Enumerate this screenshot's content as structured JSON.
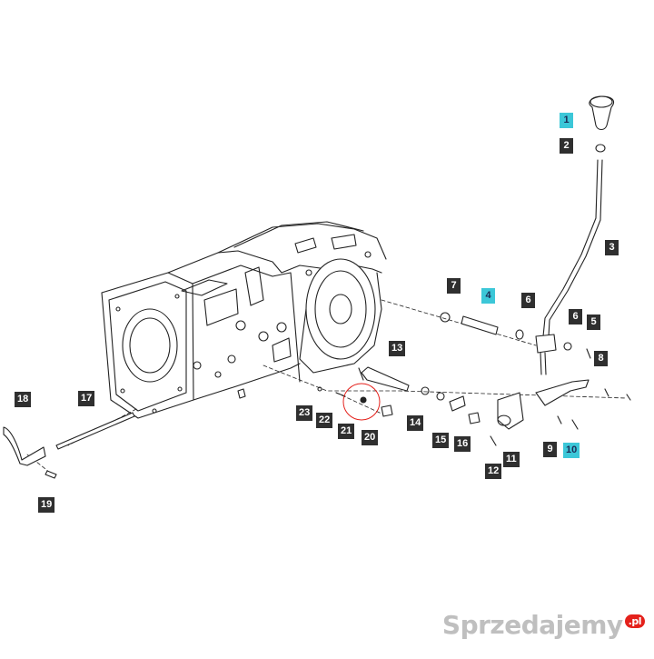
{
  "callouts": [
    {
      "n": "1",
      "highlight": true
    },
    {
      "n": "2",
      "highlight": false
    },
    {
      "n": "3",
      "highlight": false
    },
    {
      "n": "4",
      "highlight": true
    },
    {
      "n": "5",
      "highlight": false
    },
    {
      "n": "6",
      "highlight": false
    },
    {
      "n": "6",
      "highlight": false
    },
    {
      "n": "7",
      "highlight": false
    },
    {
      "n": "8",
      "highlight": false
    },
    {
      "n": "9",
      "highlight": false
    },
    {
      "n": "10",
      "highlight": true
    },
    {
      "n": "11",
      "highlight": false
    },
    {
      "n": "12",
      "highlight": false
    },
    {
      "n": "13",
      "highlight": false
    },
    {
      "n": "14",
      "highlight": false
    },
    {
      "n": "15",
      "highlight": false
    },
    {
      "n": "16",
      "highlight": false
    },
    {
      "n": "17",
      "highlight": false
    },
    {
      "n": "18",
      "highlight": false
    },
    {
      "n": "19",
      "highlight": false
    },
    {
      "n": "20",
      "highlight": false
    },
    {
      "n": "21",
      "highlight": false
    },
    {
      "n": "22",
      "highlight": false
    },
    {
      "n": "23",
      "highlight": false
    }
  ],
  "colors": {
    "label_bg": "#2f2f2f",
    "label_highlight_bg": "#3cc7d8",
    "label_highlight_text": "#1b2a55",
    "line": "#222222"
  },
  "watermark": {
    "text": "Sprzedajemy",
    "suffix": ".pl"
  }
}
